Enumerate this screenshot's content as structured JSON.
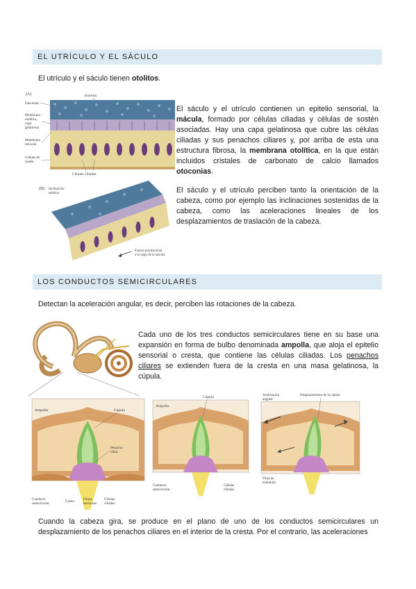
{
  "section1": {
    "title": "EL UTRÍCULO Y EL SÁCULO",
    "intro_prefix": "El utrículo y el sáculo tienen ",
    "intro_bold": "otolitos",
    "intro_suffix": ".",
    "para1": {
      "t1": "El sáculo y el utrículo contienen un epitelio sensorial, la ",
      "b1": "mácula",
      "t2": ", formado por células ciliadas y células de sostén asociadas. Hay una capa gelatinosa que cubre las células ciliadas y sus penachos ciliares y, por arriba de esta una estructura fibrosa, la ",
      "b2": "membrana otolítica",
      "t3": ", en la que están incluidos cristales de carbonato de calcio llamados ",
      "b3": "otoconias",
      "t4": "."
    },
    "para2": "El sáculo y el utrículo perciben tanto la orientación de la cabeza, como por ejemplo las inclinaciones sostenidas de la cabeza, como las aceleraciones lineales de los desplazamientos de traslación de la cabeza.",
    "figure": {
      "label_a": "(A)",
      "label_b": "(B)",
      "estriola": "Estriola",
      "otoconias": "Otoconias",
      "membrana_line1": "Membrana",
      "membrana_line2": "otolítica,",
      "membrana_line3": "capa",
      "membrana_line4": "gelatinosa",
      "reticular_line1": "Membrana",
      "reticular_line2": "reticular",
      "sosten_line1": "Células de",
      "sosten_line2": "sostén",
      "ciliadas": "Células ciliadas",
      "inclinacion_line1": "Inclinación",
      "inclinacion_line2": "estática",
      "fuerza_line1": "Fuerza gravitacional",
      "fuerza_line2": "a lo largo de la mácula"
    }
  },
  "section2": {
    "title": "LOS CONDUCTOS SEMICIRCULARES",
    "intro": "Detectan la aceleración angular, es decir, perciben las rotaciones de la cabeza.",
    "para1": {
      "t1": "Cada uno de los tres conductos semicirculares tiene en su base una expansión en forma de bulbo denominada ",
      "b1": "ampolla",
      "t2": ", que aloja el epitelio sensorial o cresta, que contiene las células ciliadas. Los ",
      "u1": "penachos ciliares",
      "t3": " se extienden fuera de la cresta en una masa gelatinosa, la cúpula."
    },
    "fig1": {
      "ampolla": "Ampolla",
      "cupula": "Cúpula",
      "penachos_line1": "Penacho",
      "penachos_line2": "ciliar",
      "conducto_line1": "Conducto",
      "conducto_line2": "semicircular",
      "cresta": "Cresta",
      "fibras_line1": "Fibras",
      "fibras_line2": "nerviosas",
      "celulas_line1": "Células",
      "celulas_line2": "ciliadas"
    },
    "fig2": {
      "ampolla": "Ampolla",
      "cupula": "Cúpula",
      "conducto_line1": "Conducto",
      "conducto_line2": "semicircular",
      "celulas_line1": "Células",
      "celulas_line2": "ciliadas"
    },
    "fig3": {
      "aceleracion_line1": "Aceleración",
      "aceleracion_line2": "angular",
      "desplazamiento": "Desplazamiento de la cúpula",
      "flujo_line1": "Flujo de",
      "flujo_line2": "endolinfa"
    },
    "para2": "Cuando la cabeza gira, se produce en el plano de uno de los conductos semicirculares un desplazamiento de los penachos ciliares en el interior de la cresta. Por el contrario, las aceleraciones"
  }
}
